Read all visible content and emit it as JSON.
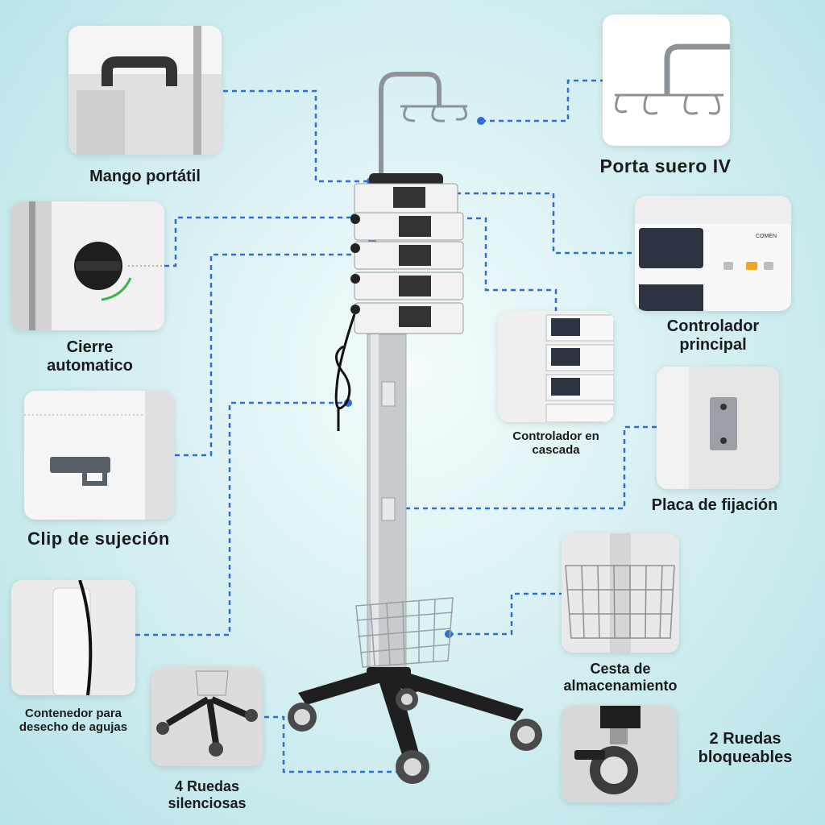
{
  "labels": {
    "handle": "Mango portátil",
    "iv_pole": "Porta suero IV",
    "auto_lock": "Cierre automatico",
    "main_controller": "Controlador principal",
    "cascade_controller": "Controlador en cascada",
    "mounting_plate": "Placa de fijación",
    "holding_clip": "Clip de sujeción",
    "storage_basket": "Cesta de almacenamiento",
    "sharps_container": "Contenedor para desecho de agujas",
    "silent_wheels": "4 Ruedas silenciosas",
    "locking_wheels": "2 Ruedas bloqueables"
  },
  "device_brand": "COMEN",
  "colors": {
    "background": "#c9ecef",
    "connector": "#2f6fd1",
    "pole": "#bfc3c6",
    "base": "#222222",
    "green_arc": "#39b54a"
  }
}
